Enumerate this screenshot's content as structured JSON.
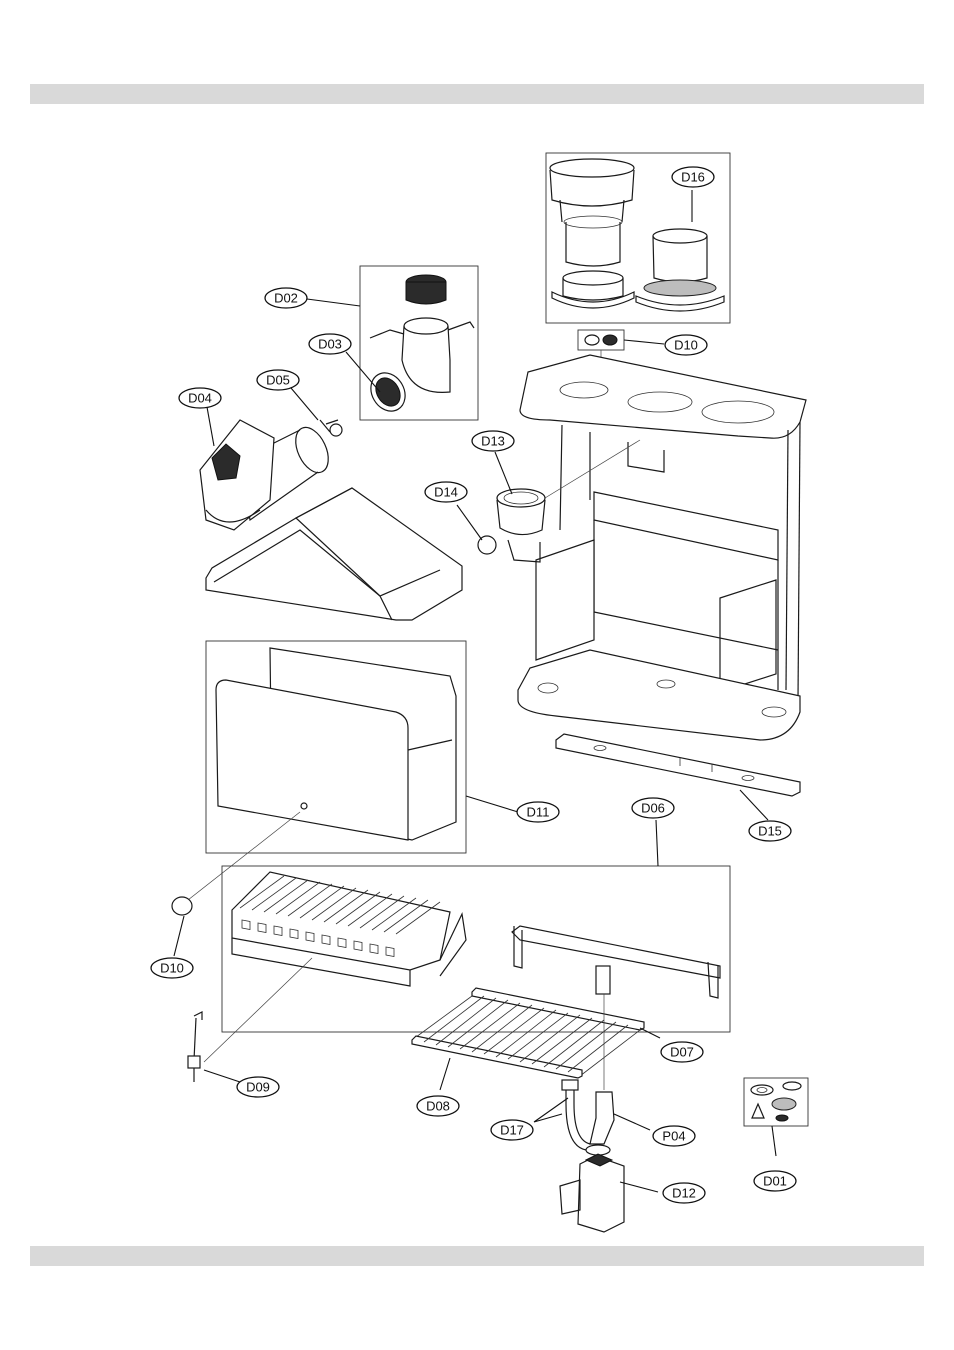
{
  "labels": {
    "D01": "D01",
    "D02": "D02",
    "D03": "D03",
    "D04": "D04",
    "D05": "D05",
    "D06": "D06",
    "D07": "D07",
    "D08": "D08",
    "D09": "D09",
    "D10a": "D10",
    "D10b": "D10",
    "D11": "D11",
    "D12": "D12",
    "D13": "D13",
    "D14": "D14",
    "D15": "D15",
    "D16": "D16",
    "D17": "D17",
    "P04": "P04"
  }
}
